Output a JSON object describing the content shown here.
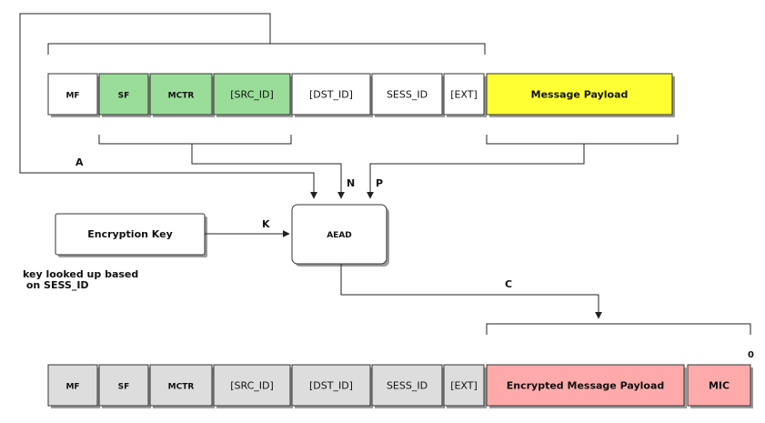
{
  "colors": {
    "white": "#ffffff",
    "green": "#99dd99",
    "yellow": "#ffff33",
    "gray": "#dddddd",
    "pink": "#ffaaaa",
    "line": "#222222"
  },
  "top_row": [
    {
      "label": "MF",
      "color": "white"
    },
    {
      "label": "SF",
      "color": "green"
    },
    {
      "label": "MCTR",
      "color": "green"
    },
    {
      "label": "[SRC_ID]",
      "color": "green"
    },
    {
      "label": "[DST_ID]",
      "color": "white"
    },
    {
      "label": "SESS_ID",
      "color": "white"
    },
    {
      "label": "[EXT]",
      "color": "white"
    },
    {
      "label": "Message Payload",
      "color": "yellow"
    }
  ],
  "bottom_row": [
    {
      "label": "MF",
      "color": "gray"
    },
    {
      "label": "SF",
      "color": "gray"
    },
    {
      "label": "MCTR",
      "color": "gray"
    },
    {
      "label": "[SRC_ID]",
      "color": "gray"
    },
    {
      "label": "[DST_ID]",
      "color": "gray"
    },
    {
      "label": "SESS_ID",
      "color": "gray"
    },
    {
      "label": "[EXT]",
      "color": "gray"
    },
    {
      "label": "Encrypted Message Payload",
      "color": "pink"
    },
    {
      "label": "MIC",
      "color": "pink"
    }
  ],
  "encryption_key_label": "Encryption Key",
  "aead_label": "AEAD",
  "key_note_line1": "key looked up based",
  "key_note_line2": " on SESS_ID",
  "edge_labels": {
    "a": "A",
    "n": "N",
    "p": "P",
    "k": "K",
    "c": "C",
    "zero": "0"
  }
}
